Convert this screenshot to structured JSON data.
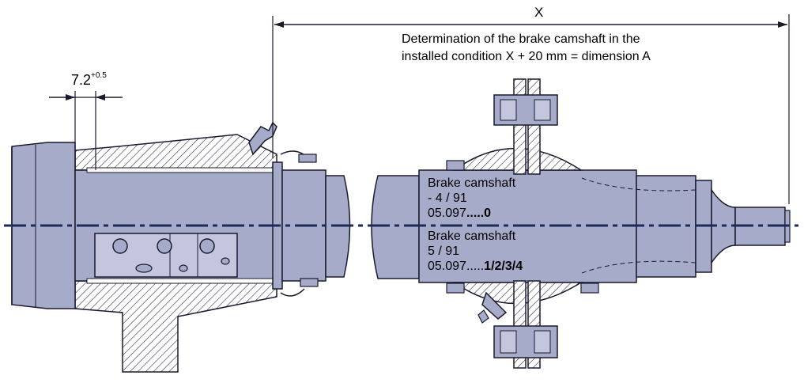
{
  "colors": {
    "part_fill": "#a7abca",
    "part_fill_light": "#c3c6dd",
    "line": "#1a1a2e",
    "centerline": "#1e2b59",
    "hatch": "#33334a"
  },
  "dimension_x": {
    "label": "X",
    "note_line1": "Determination of the brake camshaft in the",
    "note_line2": "installed condition X + 20 mm = dimension A"
  },
  "dimension_gap": {
    "value": "7.2",
    "tolerance": "+0.5"
  },
  "camshaft_old": {
    "title": "Brake camshaft",
    "date": "- 4 / 91",
    "part_prefix": "05.097",
    "part_suffix": ".....0"
  },
  "camshaft_new": {
    "title": "Brake camshaft",
    "date": "5 / 91",
    "part_prefix": "05.097.....",
    "part_suffix": "1/2/3/4"
  }
}
